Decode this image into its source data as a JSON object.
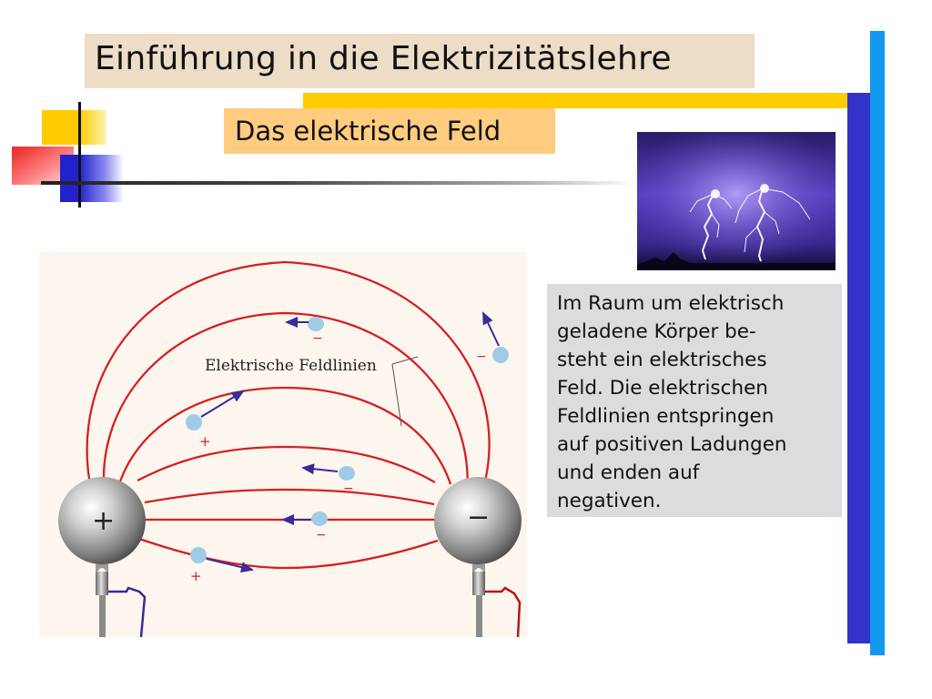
{
  "slide": {
    "title": "Einführung in die Elektrizitätslehre",
    "subtitle": "Das elektrische Feld"
  },
  "textbox": {
    "lines": [
      "Im Raum um elektrisch",
      "geladene Körper be-",
      "steht ein elektrisches",
      "Feld. Die elektrischen",
      "Feldlinien entspringen",
      "auf positiven Ladungen",
      "und enden auf",
      "negativen."
    ]
  },
  "diagram": {
    "field_lines_label": "Elektrische Feldlinien",
    "positive_sign": "+",
    "negative_sign": "−",
    "charge_plus": "+",
    "charge_minus": "−"
  },
  "colors": {
    "field_line": "#d42020",
    "accent_gold": "#ffcc00",
    "accent_blue": "#3333cc",
    "accent_light_blue": "#1199ee",
    "title_bg": "#eddcc6",
    "subtitle_bg": "#ffcc80",
    "textbox_bg": "#dcdcdc"
  },
  "images": {
    "lightning": "lightning-photo"
  }
}
